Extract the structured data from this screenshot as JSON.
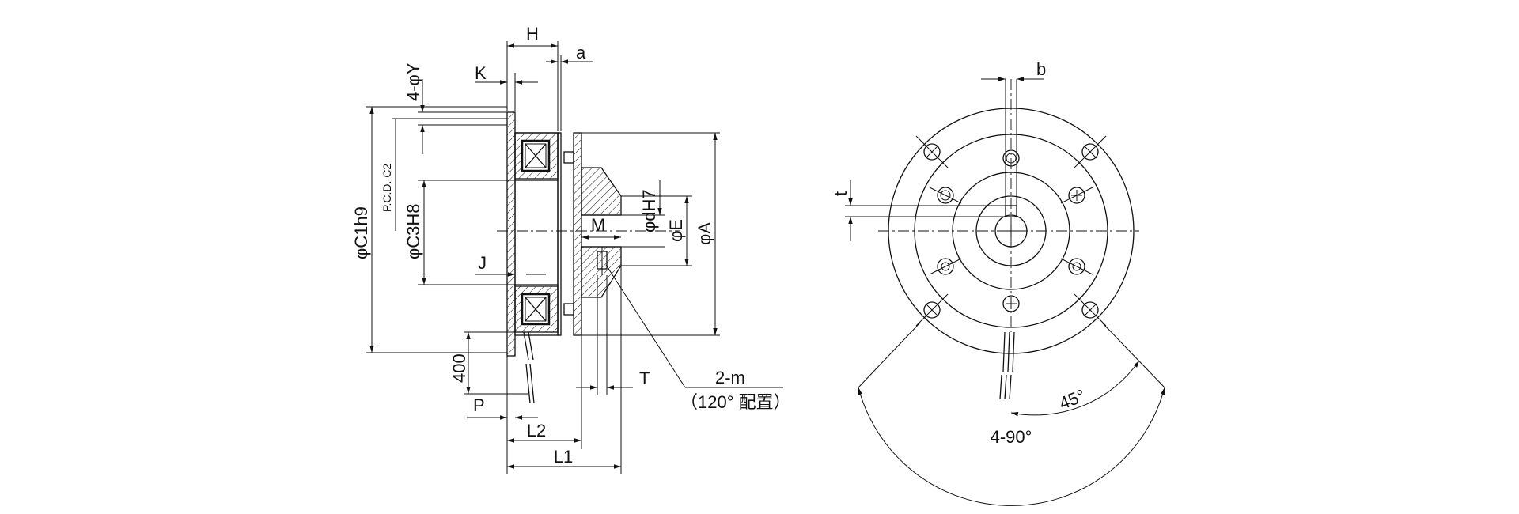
{
  "side_view": {
    "labels": {
      "H": "H",
      "a": "a",
      "K": "K",
      "Y": "4-φY",
      "pcd": "P.C.D. C2",
      "c1": "φC1h9",
      "c3": "φC3H8",
      "dh7": "φdH7",
      "e": "φE",
      "a_dia": "φA",
      "m": "M",
      "j": "J",
      "lead": "400",
      "p": "P",
      "l2": "L2",
      "l1": "L1",
      "t": "T",
      "tap": "2-m",
      "tap_note": "（120° 配置）"
    }
  },
  "front_view": {
    "labels": {
      "b": "b",
      "t": "t",
      "angle45": "45°",
      "angle90": "4-90°"
    }
  }
}
